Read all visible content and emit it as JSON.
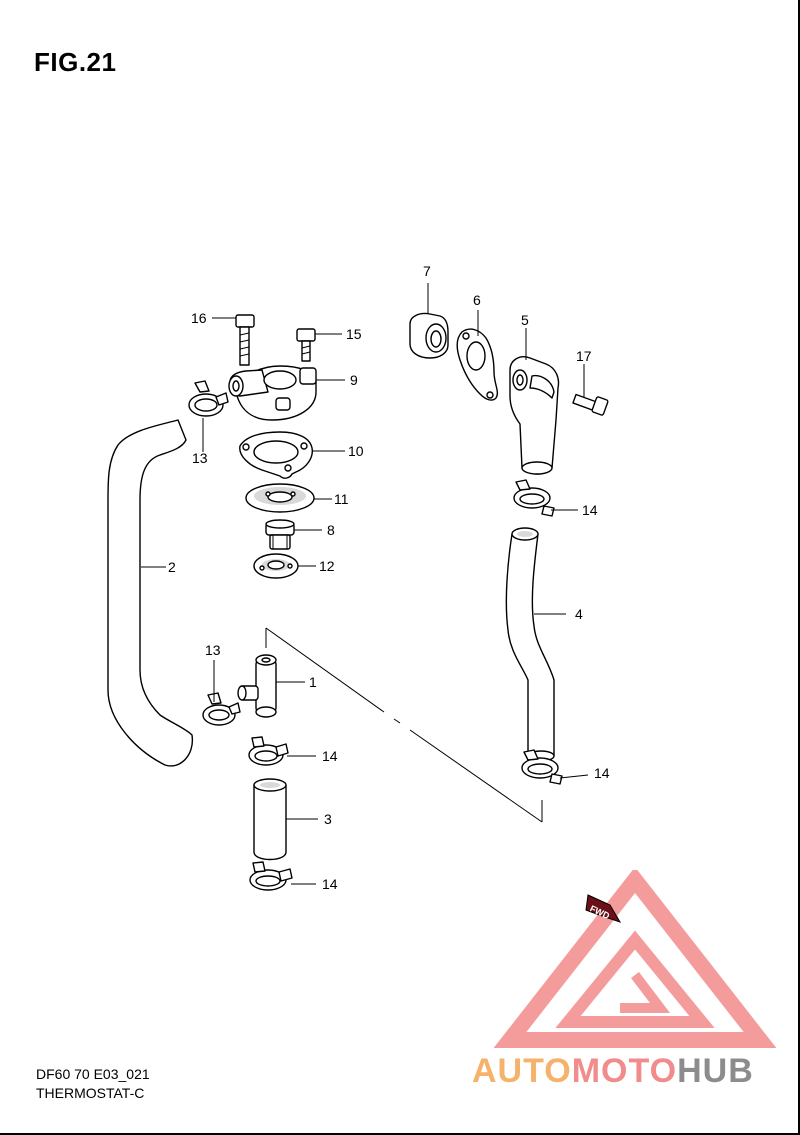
{
  "figure": {
    "title": "FIG.21",
    "model_code": "DF60 70 E03_021",
    "section_name": "THERMOSTAT-C"
  },
  "callouts": [
    {
      "id": "1",
      "text": "1"
    },
    {
      "id": "2",
      "text": "2"
    },
    {
      "id": "3",
      "text": "3"
    },
    {
      "id": "4",
      "text": "4"
    },
    {
      "id": "5",
      "text": "5"
    },
    {
      "id": "6",
      "text": "6"
    },
    {
      "id": "7",
      "text": "7"
    },
    {
      "id": "8",
      "text": "8"
    },
    {
      "id": "9",
      "text": "9"
    },
    {
      "id": "10",
      "text": "10"
    },
    {
      "id": "11",
      "text": "11"
    },
    {
      "id": "12",
      "text": "12"
    },
    {
      "id": "13a",
      "text": "13"
    },
    {
      "id": "13b",
      "text": "13"
    },
    {
      "id": "14a",
      "text": "14"
    },
    {
      "id": "14b",
      "text": "14"
    },
    {
      "id": "14c",
      "text": "14"
    },
    {
      "id": "14d",
      "text": "14"
    },
    {
      "id": "15",
      "text": "15"
    },
    {
      "id": "16",
      "text": "16"
    },
    {
      "id": "17",
      "text": "17"
    }
  ],
  "fwd_marker": "FWD",
  "watermark": {
    "text_part1": "AUTO",
    "text_part2": "MOTO",
    "text_part3": "HUB",
    "color_auto": "#f5b26b",
    "color_moto": "#f28b8b",
    "color_hub": "#8c8c8c",
    "color_triangle": "#f28b8b"
  }
}
